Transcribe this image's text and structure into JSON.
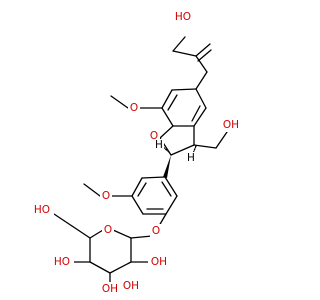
{
  "molecule": {
    "atom_labels": {
      "top_hydroxyl": "HO",
      "methoxy_oxygen_upper": "O",
      "ring_oxygen": "O",
      "hydroxymethyl_oh": "OH",
      "methoxy_oxygen_lower": "O",
      "glycosidic_oxygen": "O",
      "sugar_ring_oxygen": "O",
      "sugar_ch2oh": "HO",
      "sugar_oh_1": "OH",
      "sugar_oh_2": "HO",
      "sugar_oh_3": "OH",
      "sugar_oh_4": "OH",
      "stereo_h_1": "H",
      "stereo_h_2": "H"
    },
    "colors": {
      "bond": "#000000",
      "oxygen": "#d40000",
      "background": "#ffffff"
    }
  }
}
